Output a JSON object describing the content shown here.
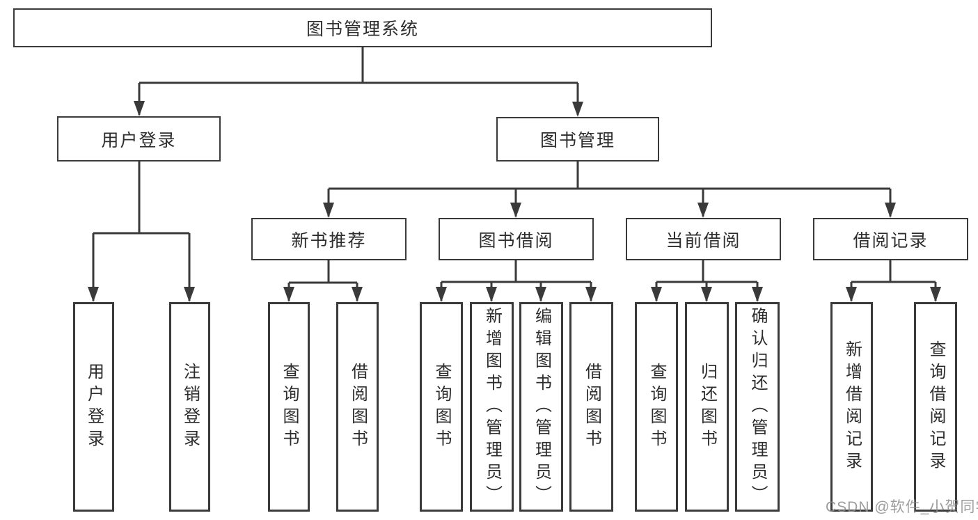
{
  "colors": {
    "line": "#3a3a3a",
    "box_border": "#3a3a3a",
    "text": "#2d2d2d",
    "watermark": "#8c8c8c",
    "background": "#ffffff"
  },
  "watermark": {
    "text": "CSDN @软件_小贺同学"
  },
  "tree": {
    "label": "图书管理系统",
    "children": [
      {
        "label": "用户登录",
        "children": [
          {
            "label": "用户登录"
          },
          {
            "label": "注销登录"
          }
        ]
      },
      {
        "label": "图书管理",
        "children": [
          {
            "label": "新书推荐",
            "children": [
              {
                "label": "查询图书"
              },
              {
                "label": "借阅图书"
              }
            ]
          },
          {
            "label": "图书借阅",
            "children": [
              {
                "label": "查询图书"
              },
              {
                "label": "新增图书（管理员）"
              },
              {
                "label": "编辑图书（管理员）"
              },
              {
                "label": "借阅图书"
              }
            ]
          },
          {
            "label": "当前借阅",
            "children": [
              {
                "label": "查询图书"
              },
              {
                "label": "归还图书"
              },
              {
                "label": "确认归还（管理员）"
              }
            ]
          },
          {
            "label": "借阅记录",
            "children": [
              {
                "label": "新增借阅记录"
              },
              {
                "label": "查询借阅记录"
              }
            ]
          }
        ]
      }
    ]
  }
}
